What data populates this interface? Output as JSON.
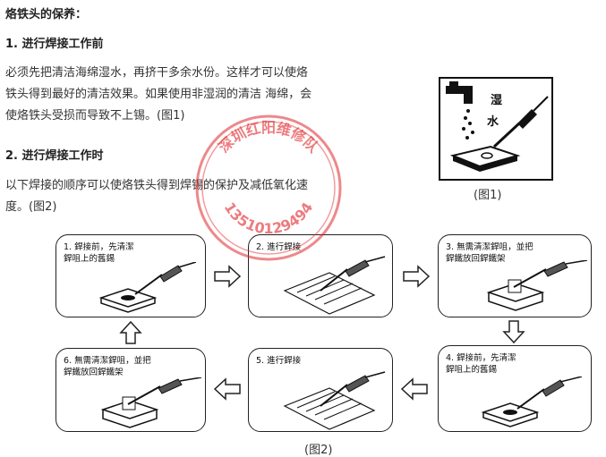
{
  "heading": "烙铁头的保养：",
  "section1": {
    "title": "1. 进行焊接工作前",
    "line1": "必须先把清洁海绵湿水，再挤干多余水份。这样才可以使烙",
    "line2": "铁头得到最好的清洁效果。如果使用非湿润的清洁 海绵，会",
    "line3": "使烙铁头受损而导致不上锡。(图1)"
  },
  "section2": {
    "title": "2. 进行焊接工作时",
    "line1": "以下焊接的顺序可以使烙铁头得到焊锡的保护及减低氧化速",
    "line2": "度。(图2)"
  },
  "figure1": {
    "caption": "(图1)",
    "char1": "湿",
    "char2": "水"
  },
  "figure2": {
    "caption": "(图2)",
    "steps": [
      {
        "label": "1. 銲接前，先清潔\n   銲咀上的舊錫"
      },
      {
        "label": "2. 進行銲接"
      },
      {
        "label": "3. 無需清潔銲咀，並把\n   銲鐵放回銲鐵架"
      },
      {
        "label": "4. 銲接前，先清潔\n   銲咀上的舊錫"
      },
      {
        "label": "5. 進行銲接"
      },
      {
        "label": "6. 無需清潔銲咀，並把\n   銲鐵放回銲鐵架"
      }
    ]
  },
  "watermark": {
    "text1": "深圳红阳维修队",
    "text2": "13510129494",
    "color": "#e0262b"
  }
}
